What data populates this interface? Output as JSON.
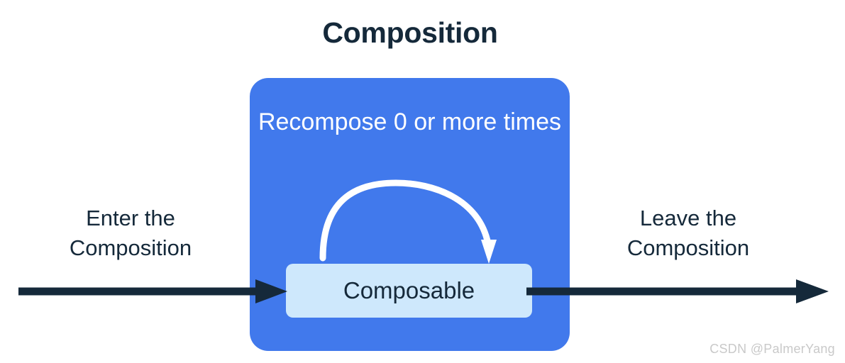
{
  "diagram": {
    "title": "Composition",
    "background_color": "#ffffff",
    "title_color": "#15293a"
  },
  "composition_box": {
    "name": "Composition",
    "fill_color": "#4179ec",
    "recompose_label": "Recompose 0 or\nmore times",
    "recompose_label_color": "#ffffff",
    "recompose_arrow_name": "recompose-loop-arrow",
    "recompose_arrow_color": "#ffffff"
  },
  "composable_box": {
    "label": "Composable",
    "fill_color": "#cee8fc",
    "text_color": "#15293a"
  },
  "flow": {
    "enter_label": "Enter the\nComposition",
    "leave_label": "Leave the\nComposition",
    "arrow_color": "#15293a",
    "enter_arrow_name": "enter-composition-arrow",
    "leave_arrow_name": "leave-composition-arrow"
  },
  "watermark": {
    "text": "CSDN @PalmerYang",
    "color": "#c9c9c9"
  },
  "chart_data": {
    "type": "diagram",
    "title": "Composition",
    "nodes": [
      {
        "id": "composition",
        "label": "Composition",
        "kind": "container",
        "color": "#4179ec"
      },
      {
        "id": "composable",
        "label": "Composable",
        "kind": "box",
        "color": "#cee8fc"
      }
    ],
    "edges": [
      {
        "from": "outside",
        "to": "composable",
        "label": "Enter the Composition",
        "direction": "right"
      },
      {
        "from": "composable",
        "to": "composable",
        "label": "Recompose 0 or more times",
        "direction": "loop"
      },
      {
        "from": "composable",
        "to": "outside",
        "label": "Leave the Composition",
        "direction": "right"
      }
    ]
  }
}
